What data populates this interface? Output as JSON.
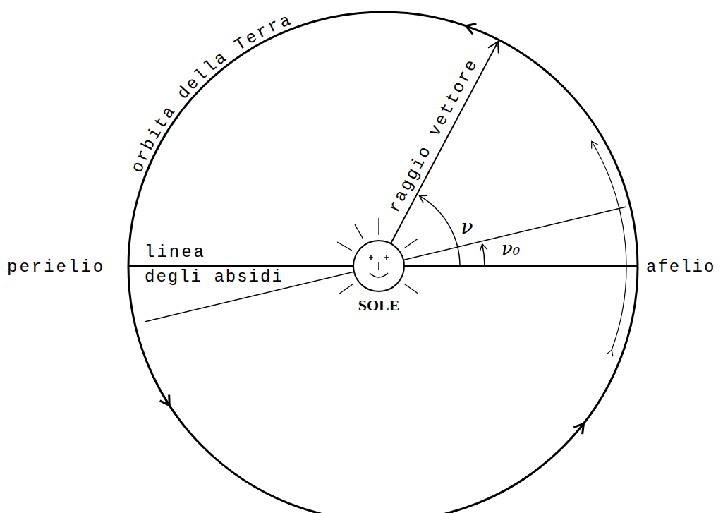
{
  "diagram": {
    "labels": [
      "orbita della Terra",
      "raggio vettore",
      "ν",
      "ν₀",
      "perielio",
      "linea",
      "degli absidi",
      "afelio",
      "SOLE"
    ]
  }
}
